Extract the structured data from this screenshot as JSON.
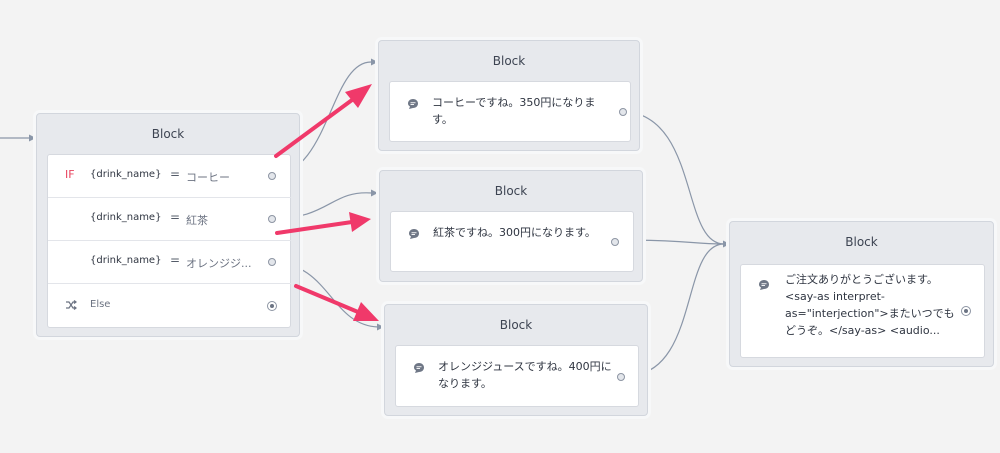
{
  "blocks": {
    "condition": {
      "title": "Block",
      "if_label": "IF",
      "else_label": "Else",
      "rows": [
        {
          "variable": "{drink_name}",
          "operator": "=",
          "value": "コーヒー"
        },
        {
          "variable": "{drink_name}",
          "operator": "=",
          "value": "紅茶"
        },
        {
          "variable": "{drink_name}",
          "operator": "=",
          "value": "オレンジジ..."
        }
      ]
    },
    "coffee": {
      "title": "Block",
      "message": "コーヒーですね。350円になります。"
    },
    "tea": {
      "title": "Block",
      "message": "紅茶ですね。300円になります。"
    },
    "orange": {
      "title": "Block",
      "message": "オレンジジュースですね。400円になります。"
    },
    "final": {
      "title": "Block",
      "message": "ご注文ありがとうございます。<say-as interpret-as=\"interjection\">またいつでもどうぞ。</say-as> <audio..."
    }
  },
  "icons": {
    "message": "chat-bubble-icon",
    "else": "shuffle-icon",
    "annotation": "arrow-icon"
  },
  "colors": {
    "canvas": "#f3f3f3",
    "block_bg": "#e7e9ed",
    "card_bg": "#ffffff",
    "connector": "#8a96a8",
    "annotation_arrow": "#f0396a",
    "if_label": "#e8455f"
  }
}
